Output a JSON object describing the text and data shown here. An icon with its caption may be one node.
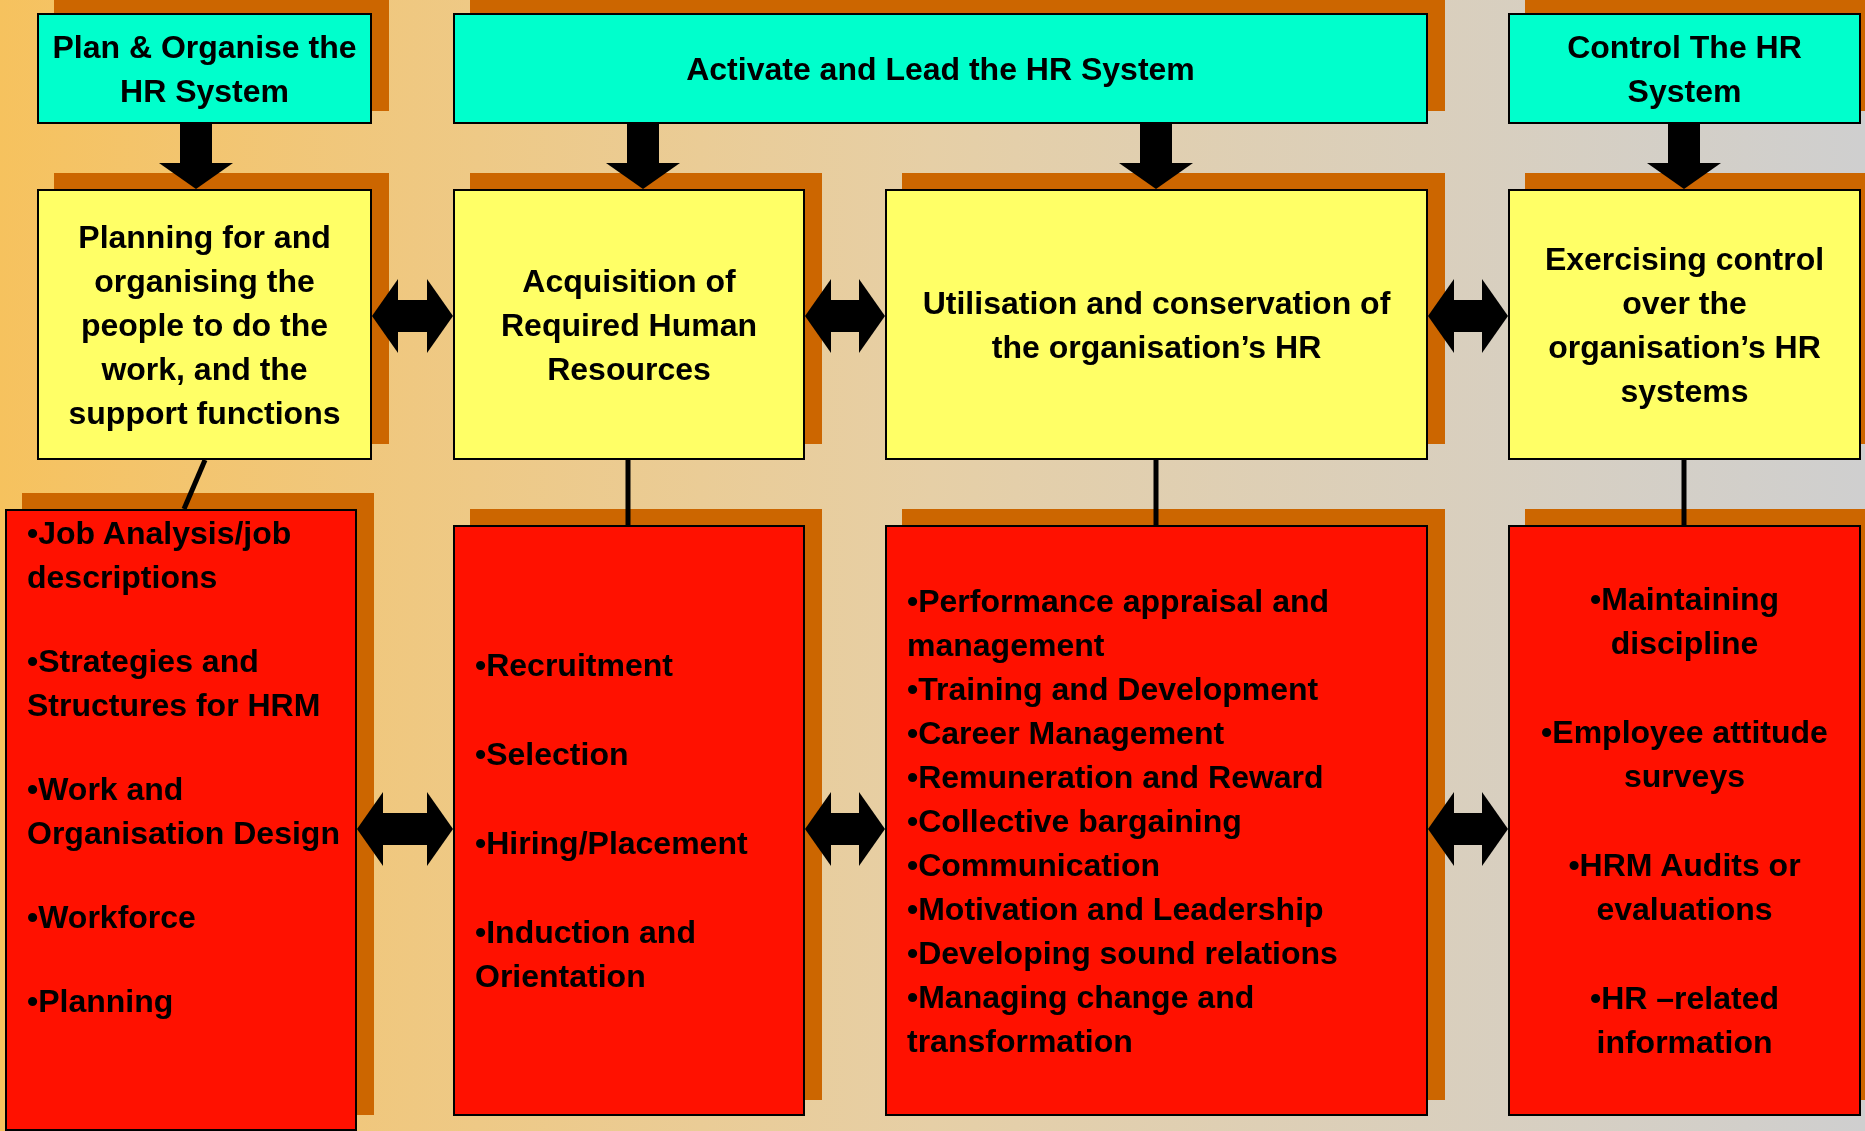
{
  "diagram": {
    "nodes": [
      {
        "text": [
          "Plan & Organise the HR System"
        ]
      },
      {
        "text": [
          "Activate and Lead the HR System"
        ]
      },
      {
        "text": [
          "Control The HR System"
        ]
      },
      {
        "text": [
          "Planning for and organising the people to do the work, and the support functions"
        ]
      },
      {
        "text": [
          "Acquisition of Required Human Resources"
        ]
      },
      {
        "text": [
          "Utilisation and conservation of the organisation’s HR"
        ]
      },
      {
        "text": [
          "Exercising control over the organisation’s HR systems"
        ]
      },
      {
        "text": [
          "•Job Analysis/job descriptions",
          "•Strategies and Structures for HRM",
          "•Work and Organisation Design",
          "•Workforce",
          "•Planning"
        ]
      },
      {
        "text": [
          "•Recruitment",
          "•Selection",
          "•Hiring/Placement",
          "•Induction and Orientation"
        ]
      },
      {
        "text": [
          "•Performance appraisal and management",
          "•Training and Development",
          "•Career Management",
          "•Remuneration and Reward",
          "•Collective bargaining",
          "•Communication",
          "•Motivation and Leadership",
          "•Developing sound relations",
          "•Managing change and transformation"
        ]
      },
      {
        "text": [
          "•Maintaining discipline",
          "•Employee attitude surveys",
          "•HRM Audits or evaluations",
          "•HR –related information"
        ]
      }
    ],
    "edges": [
      {
        "from": 0,
        "to": 3,
        "arrow": "to"
      },
      {
        "from": 1,
        "to": 4,
        "arrow": "to"
      },
      {
        "from": 1,
        "to": 5,
        "arrow": "to"
      },
      {
        "from": 2,
        "to": 6,
        "arrow": "to"
      },
      {
        "from": 3,
        "to": 4,
        "arrow": "both"
      },
      {
        "from": 4,
        "to": 5,
        "arrow": "both"
      },
      {
        "from": 5,
        "to": 6,
        "arrow": "both"
      },
      {
        "from": 3,
        "to": 7,
        "arrow": "none"
      },
      {
        "from": 4,
        "to": 8,
        "arrow": "none"
      },
      {
        "from": 5,
        "to": 9,
        "arrow": "none"
      },
      {
        "from": 6,
        "to": 10,
        "arrow": "none"
      },
      {
        "from": 7,
        "to": 8,
        "arrow": "both"
      },
      {
        "from": 8,
        "to": 9,
        "arrow": "both"
      },
      {
        "from": 9,
        "to": 10,
        "arrow": "both"
      }
    ]
  }
}
